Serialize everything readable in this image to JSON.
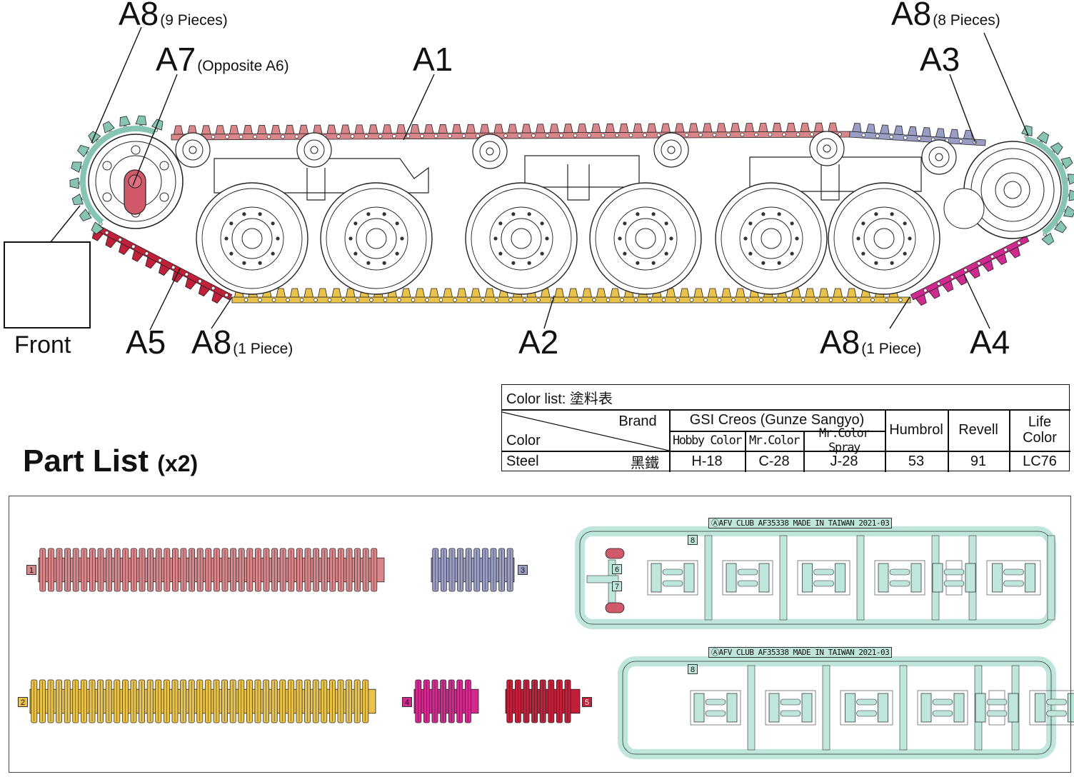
{
  "callouts": {
    "a8_front_top": {
      "code": "A8",
      "note": "(9 Pieces)"
    },
    "a7": {
      "code": "A7",
      "note": "(Opposite A6)"
    },
    "a1": {
      "code": "A1"
    },
    "a8_rear_top": {
      "code": "A8",
      "note": "(8 Pieces)"
    },
    "a3": {
      "code": "A3"
    },
    "a5": {
      "code": "A5"
    },
    "a8_front_bottom": {
      "code": "A8",
      "note": "(1 Piece)"
    },
    "a2": {
      "code": "A2"
    },
    "a8_rear_bottom": {
      "code": "A8",
      "note": "(1 Piece)"
    },
    "a4": {
      "code": "A4"
    }
  },
  "front_label": "Front",
  "color_list": {
    "title": "Color list:  塗料表",
    "brand_label": "Brand",
    "color_label": "Color",
    "gsi_header": "GSI Creos (Gunze Sangyo)",
    "sub_headers": [
      "Hobby Color",
      "Mr.Color",
      "Mr.Color Spray"
    ],
    "humbrol": "Humbrol",
    "revell": "Revell",
    "life_color": [
      "Life",
      "Color"
    ],
    "row": {
      "name": "Steel",
      "name_cn": "黑鐵",
      "hobby": "H-18",
      "mrcolor": "C-28",
      "spray": "J-28",
      "humbrol": "53",
      "revell": "91",
      "lifecolor": "LC76"
    }
  },
  "part_list": {
    "title": "Part List",
    "multiplier": "(x2)",
    "part_numbers": [
      "1",
      "2",
      "3",
      "4",
      "5",
      "6",
      "7",
      "8",
      "8"
    ],
    "sprue_labels": [
      "ⒶAFV CLUB AF35338   MADE IN TAIWAN 2021-03",
      "ⒶAFV CLUB AF35338   MADE IN TAIWAN 2021-03"
    ]
  },
  "colors": {
    "a1": "#d9868a",
    "a2": "#e8c24a",
    "a3": "#9a9dc4",
    "a4": "#d02a8e",
    "a5": "#c0203a",
    "a8": "#86c4b4",
    "sprue": "#bfe6dc",
    "a7": "#d05a6a"
  }
}
